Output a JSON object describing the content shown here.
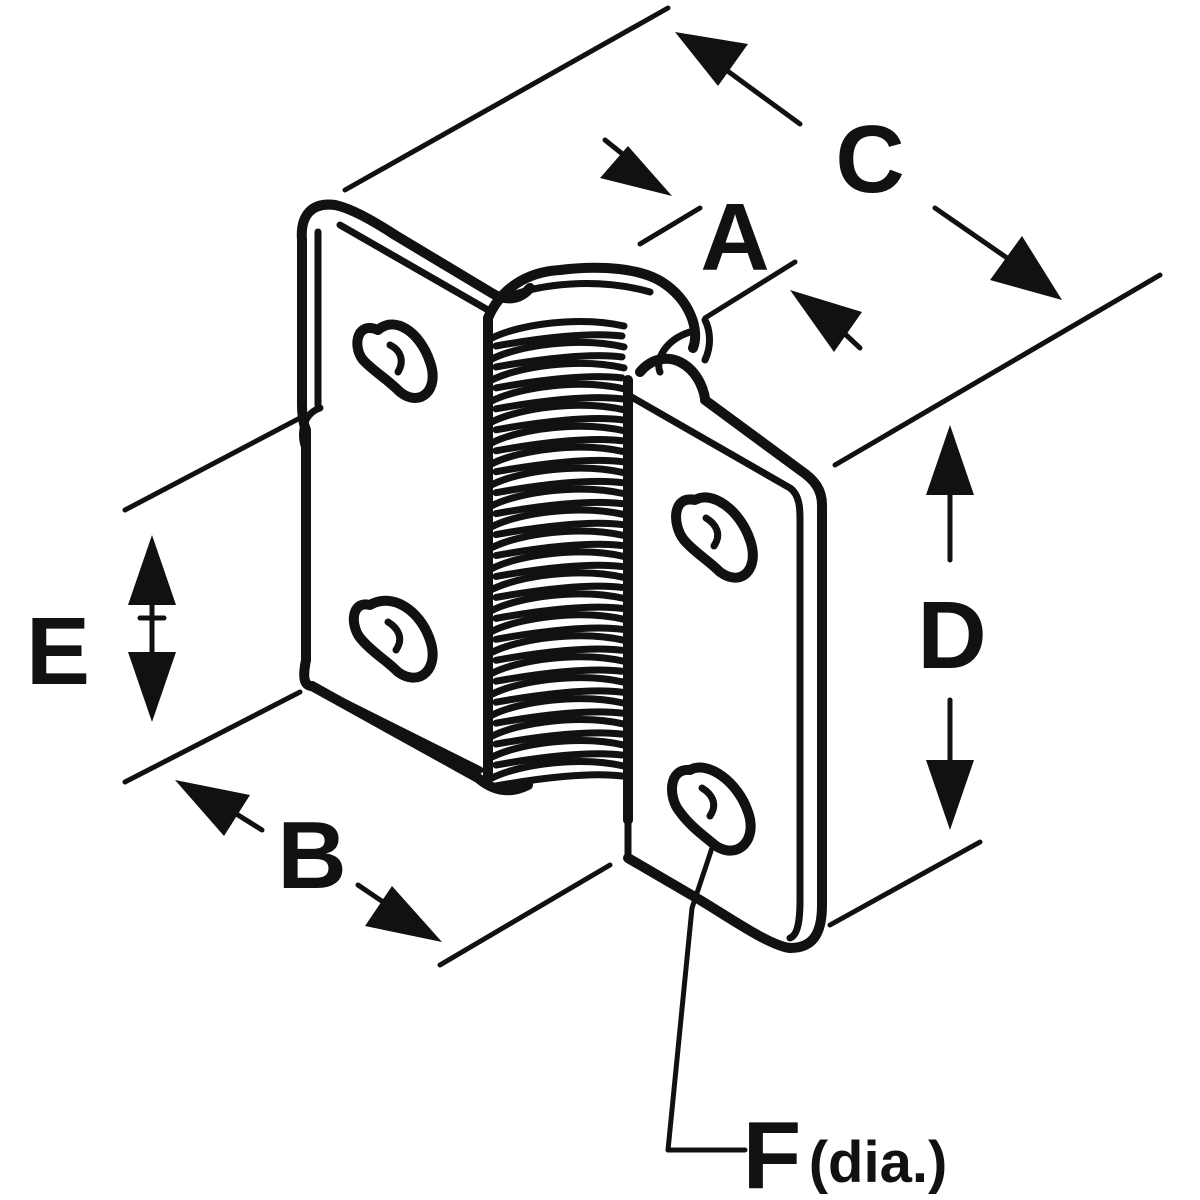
{
  "labels": {
    "a": "A",
    "b": "B",
    "c": "C",
    "d": "D",
    "e": "E",
    "f": "F",
    "f_note": "(dia.)"
  },
  "colors": {
    "ink": "#111111",
    "background": "#ffffff"
  }
}
